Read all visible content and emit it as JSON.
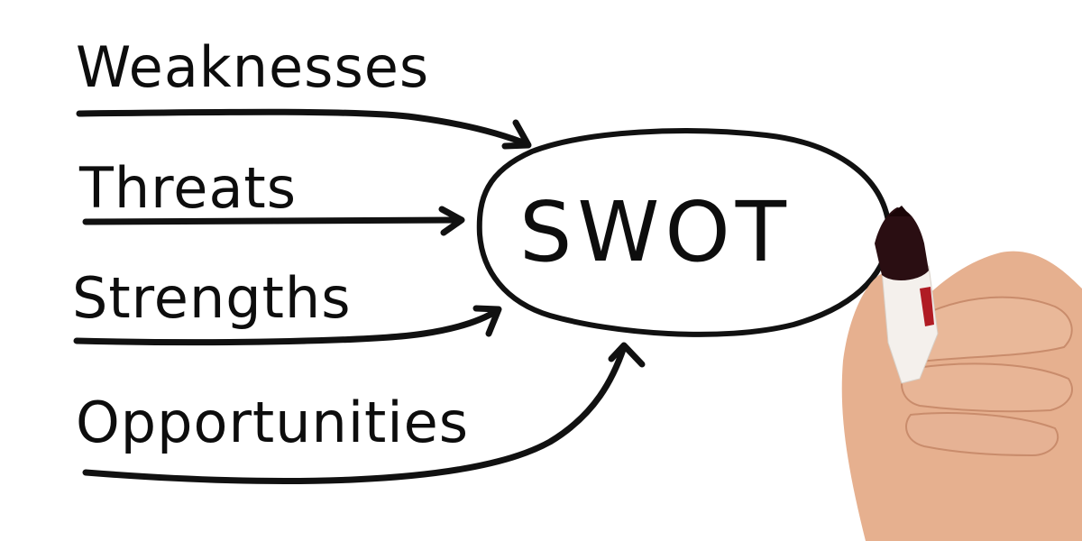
{
  "diagram": {
    "title": "SWOT",
    "center": {
      "label": "SWOT",
      "shape": "hand-drawn-ellipse"
    },
    "branches": [
      {
        "label": "Weaknesses",
        "arrow": "to-center"
      },
      {
        "label": "Threats",
        "arrow": "to-center"
      },
      {
        "label": "Strengths",
        "arrow": "to-center"
      },
      {
        "label": "Opportunities",
        "arrow": "to-center"
      }
    ],
    "illustration": {
      "subject": "hand-holding-marker"
    }
  },
  "colors": {
    "background": "#ffffff",
    "ink": "#0d0d0d",
    "skin": "#e8b596",
    "marker_body": "#f4f0ec",
    "marker_cap": "#2a0e12"
  }
}
